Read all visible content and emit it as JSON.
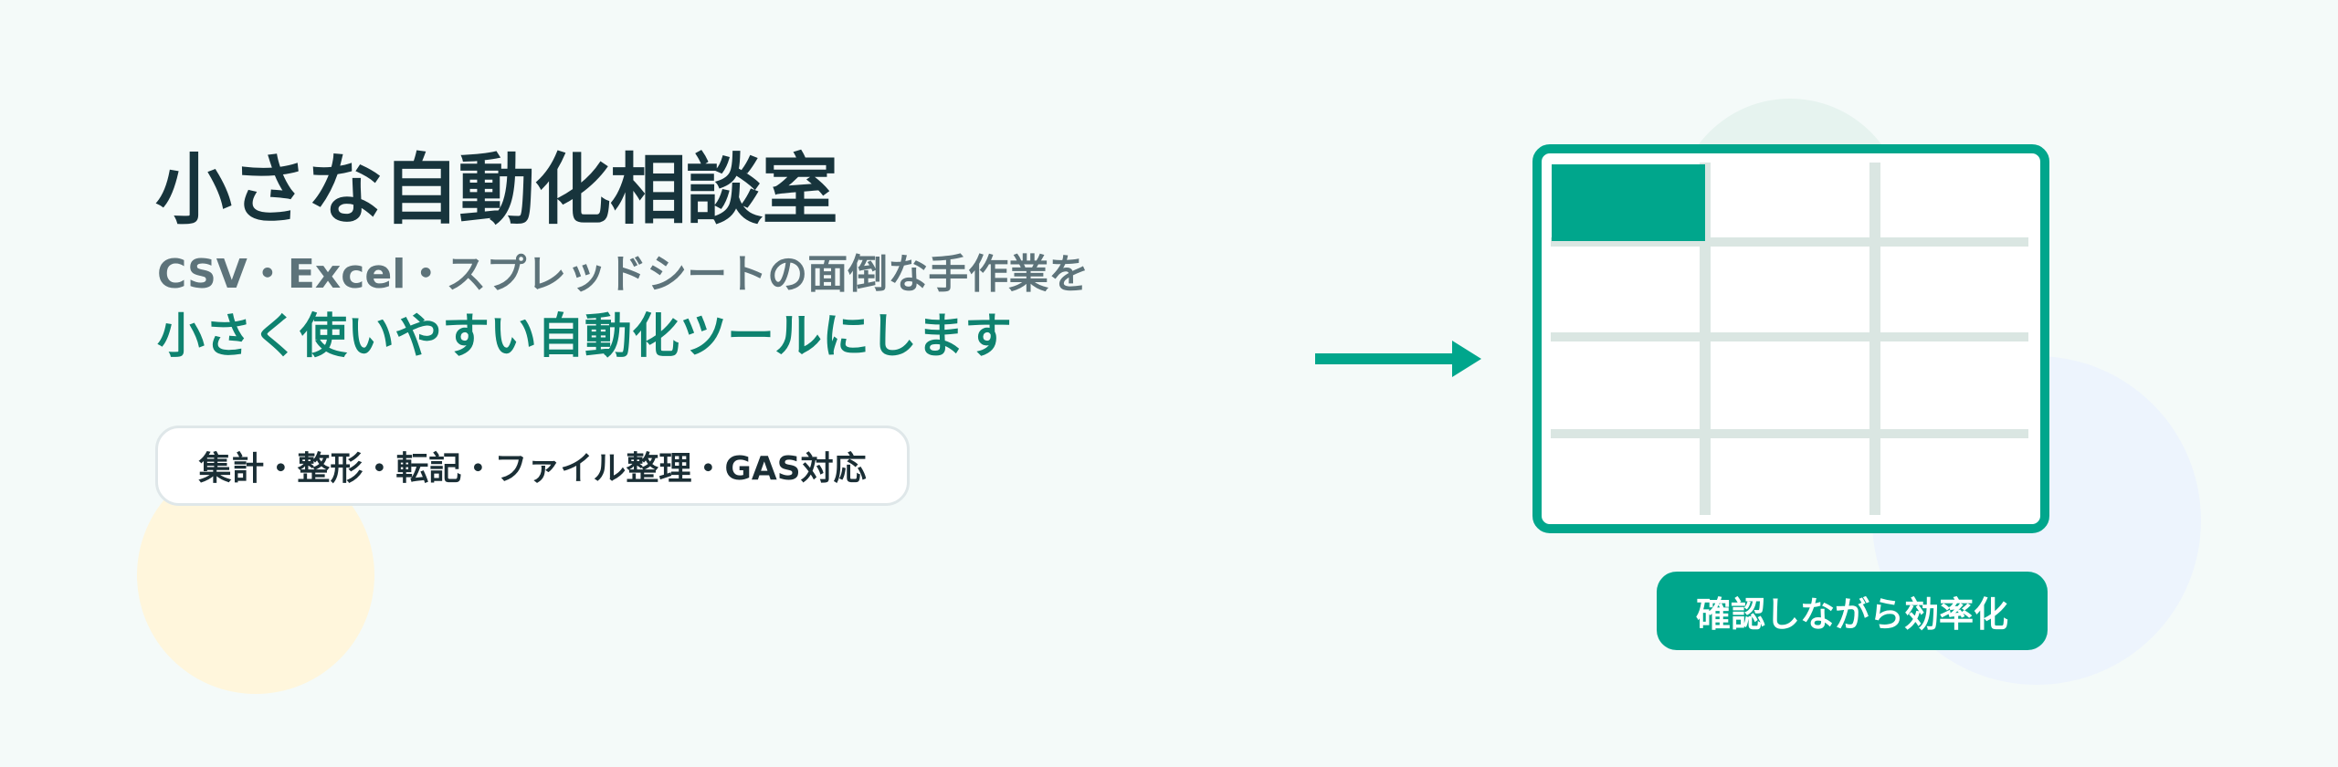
{
  "title": "小さな自動化相談室",
  "subtitle": "CSV・Excel・スプレッドシートの面倒な手作業を",
  "tagline": "小さく使いやすい自動化ツールにします",
  "services_tag": "集計・整形・転記・ファイル整理・GAS対応",
  "cta_label": "確認しながら効率化",
  "icons": {
    "arrow": "arrow-right-icon",
    "spreadsheet": "spreadsheet-grid-icon"
  },
  "colors": {
    "accent": "#00a68c",
    "title": "#17343c",
    "subtitle": "#5d737a",
    "tagline": "#0e826f",
    "background": "#f4faf9",
    "grid_line": "#dae6e2",
    "blob_yellow": "#fff6dc",
    "blob_green": "#e6f3ef",
    "blob_blue": "#edf4fd"
  }
}
